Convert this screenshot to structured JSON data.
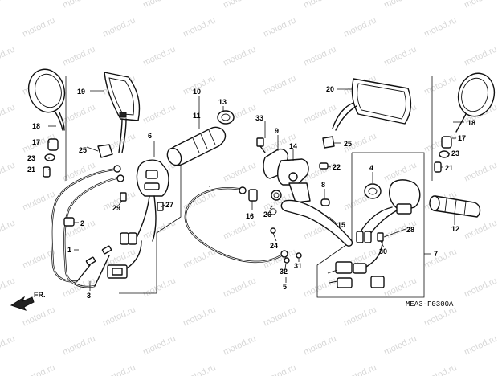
{
  "watermark": "motod.ru",
  "diagram_code": "MEA3-F0300A",
  "front_label": "FR.",
  "callouts": [
    "1",
    "2",
    "3",
    "4",
    "5",
    "6",
    "7",
    "8",
    "9",
    "10",
    "11",
    "12",
    "13",
    "14",
    "15",
    "16",
    "17",
    "18",
    "19",
    "20",
    "21",
    "22",
    "23",
    "24",
    "25",
    "26",
    "27",
    "28",
    "29",
    "30",
    "31",
    "32",
    "33"
  ]
}
